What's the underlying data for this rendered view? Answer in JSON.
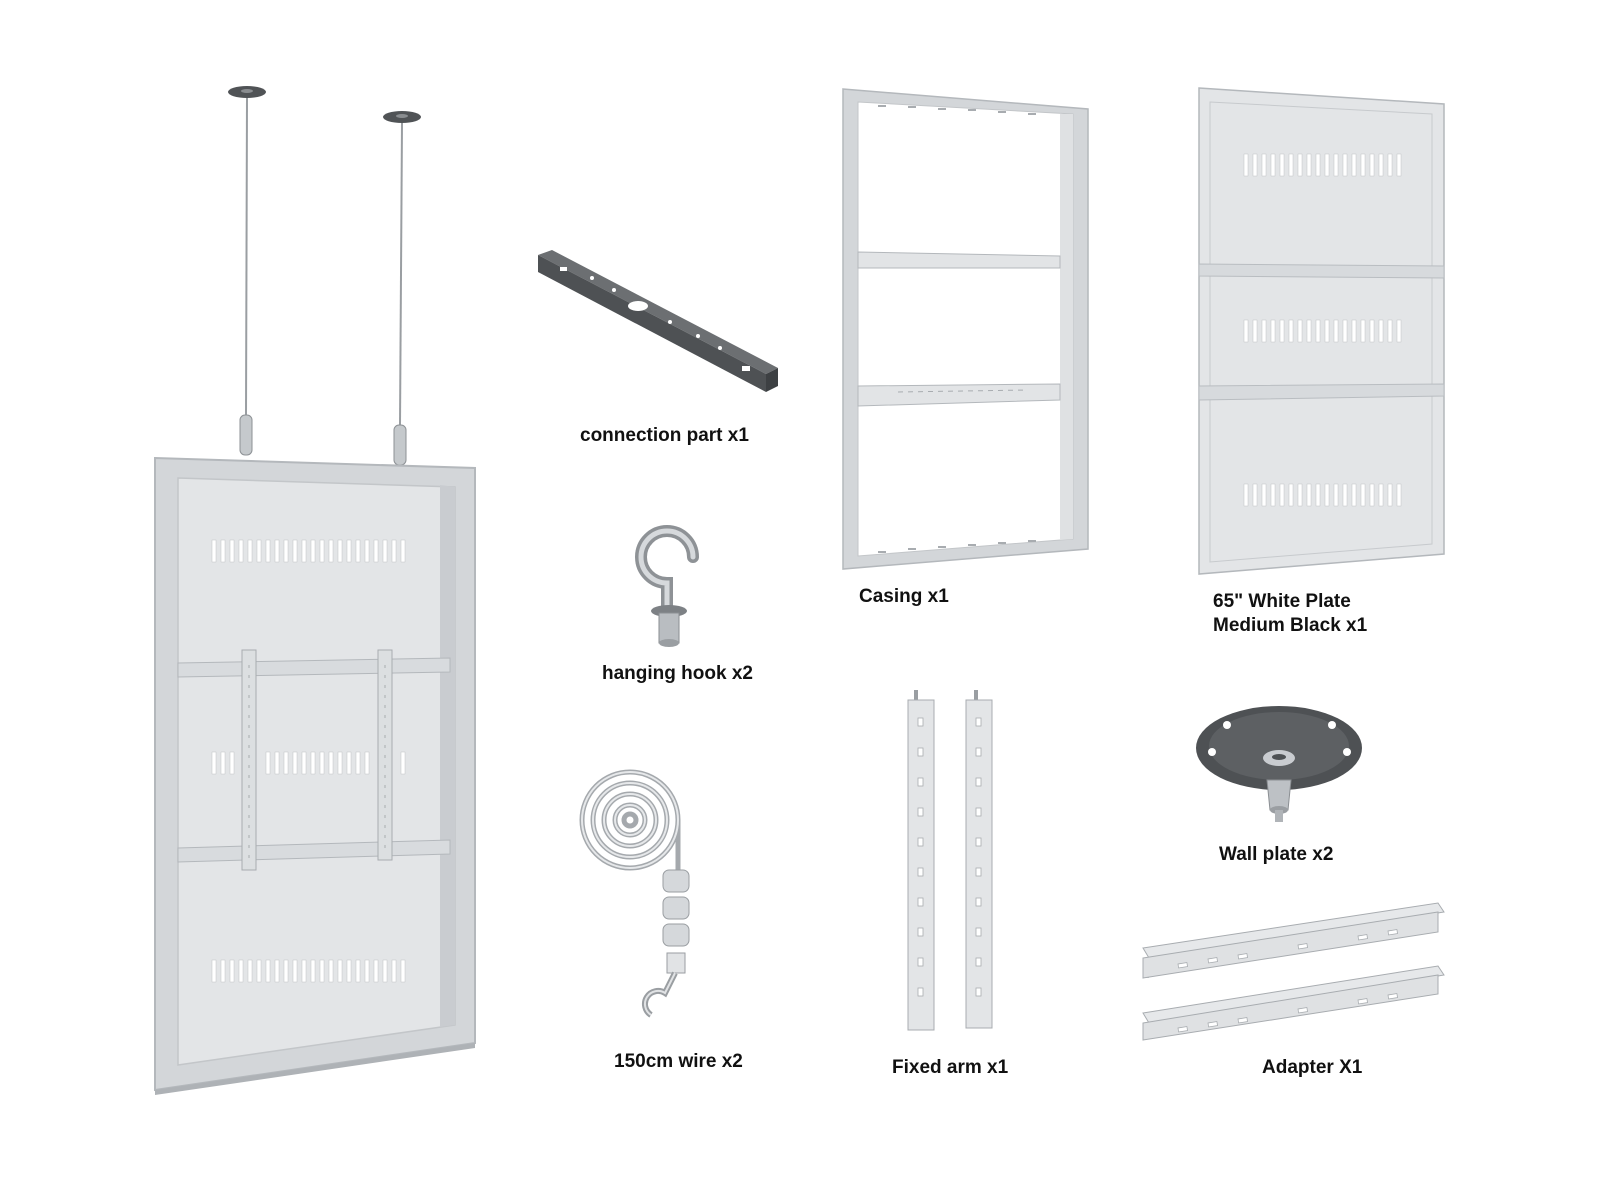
{
  "labels": {
    "connection_part": "connection part x1",
    "hanging_hook": "hanging hook x2",
    "wire": "150cm wire x2",
    "casing": "Casing x1",
    "white_plate_line1": "65\" White Plate",
    "white_plate_line2": "Medium Black x1",
    "fixed_arm": "Fixed arm x1",
    "wall_plate": "Wall plate x2",
    "adapter": "Adapter X1"
  },
  "colors": {
    "panel_light": "#e6e8ea",
    "panel_mid": "#cfd3d6",
    "panel_edge": "#b4b8bc",
    "metal_dark": "#505356",
    "slot": "#ffffff",
    "text": "#111111"
  }
}
